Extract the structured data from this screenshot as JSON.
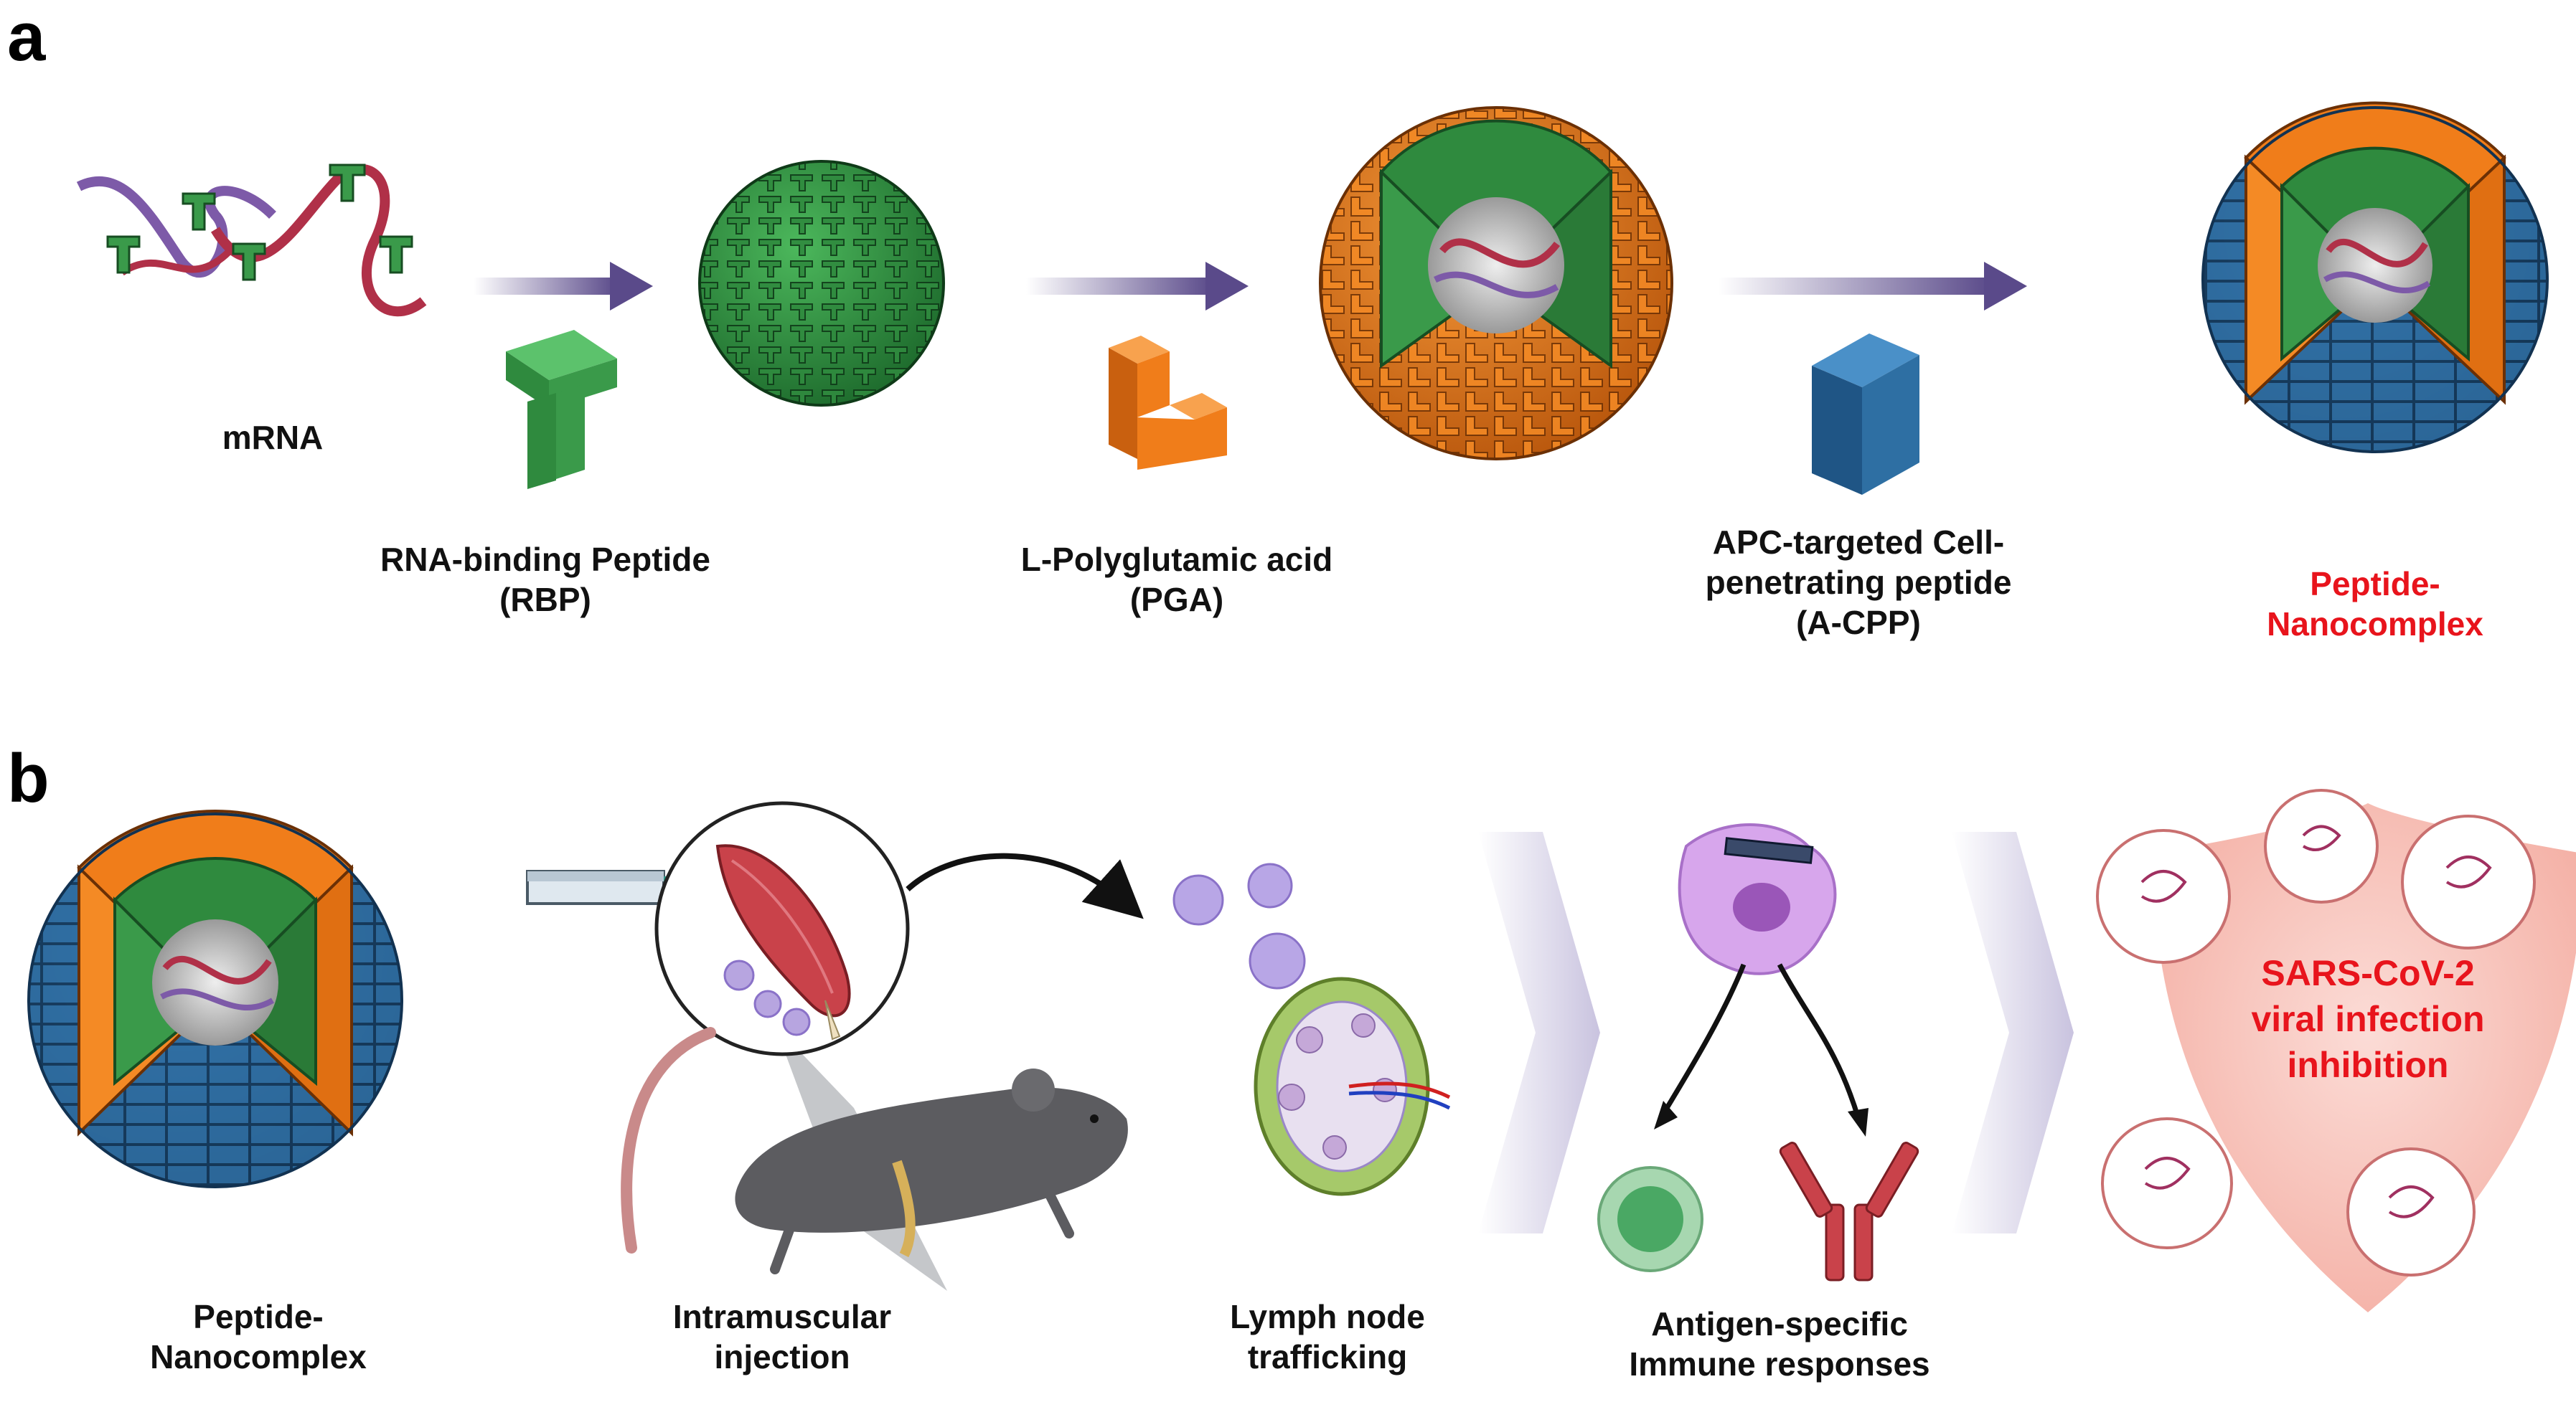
{
  "panel_a": {
    "letter": "a",
    "labels": {
      "mrna": "mRNA",
      "rbp": [
        "RNA-binding Peptide",
        "(RBP)"
      ],
      "pga": [
        "L-Polyglutamic acid",
        "(PGA)"
      ],
      "acpp": [
        "APC-targeted Cell-",
        "penetrating peptide",
        "(A-CPP)"
      ],
      "nanocomplex": [
        "Peptide-",
        "Nanocomplex"
      ]
    }
  },
  "panel_b": {
    "letter": "b",
    "labels": {
      "nanocomplex": [
        "Peptide-",
        "Nanocomplex"
      ],
      "injection": [
        "Intramuscular",
        "injection"
      ],
      "lymph": [
        "Lymph node",
        "trafficking"
      ],
      "immune": [
        "Antigen-specific",
        "Immune responses"
      ],
      "inhibition": [
        "SARS-CoV-2",
        "viral infection",
        "inhibition"
      ]
    }
  },
  "colors": {
    "rbp_green": "#3a9a4a",
    "pga_orange": "#f07d1a",
    "acpp_blue": "#2e6fa3",
    "mrna_red": "#b03048",
    "mrna_purple": "#7d5aa8",
    "arrow_purple": "#5a4a8a",
    "highlight_red": "#e8141c"
  }
}
